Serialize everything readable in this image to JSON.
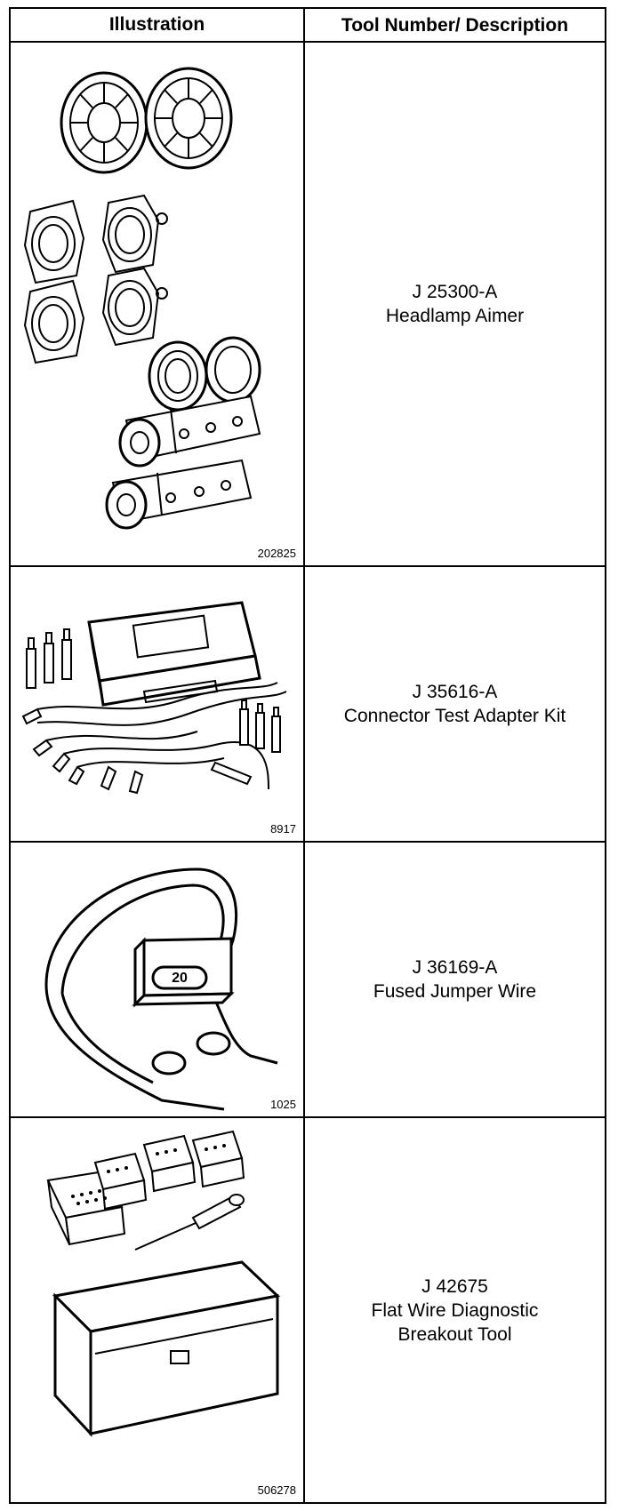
{
  "table": {
    "headers": {
      "illustration": "Illustration",
      "description": "Tool Number/ Description"
    },
    "rows": [
      {
        "tool_number": "J 25300-A",
        "description_lines": [
          "Headlamp Aimer"
        ],
        "figure_id": "202825",
        "icon": "headlamp-aimer-icon"
      },
      {
        "tool_number": "J 35616-A",
        "description_lines": [
          "Connector Test Adapter Kit"
        ],
        "figure_id": "8917",
        "icon": "test-adapter-kit-icon"
      },
      {
        "tool_number": "J 36169-A",
        "description_lines": [
          "Fused Jumper Wire"
        ],
        "figure_id": "1025",
        "icon": "jumper-wire-icon",
        "fuse_label": "20"
      },
      {
        "tool_number": "J 42675",
        "description_lines": [
          "Flat Wire Diagnostic",
          "Breakout Tool"
        ],
        "figure_id": "506278",
        "icon": "breakout-tool-icon"
      }
    ]
  }
}
